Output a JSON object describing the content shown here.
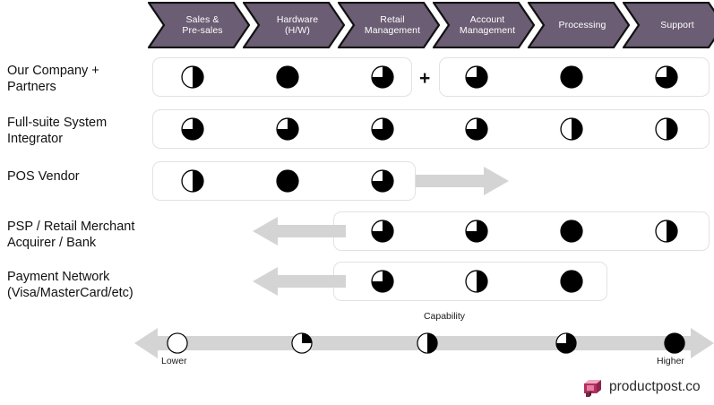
{
  "header": {
    "columns": [
      {
        "label": "Sales &\nPre-sales",
        "line1": "Sales &",
        "line2": "Pre-sales"
      },
      {
        "label": "Hardware\n(H/W)",
        "line1": "Hardware",
        "line2": "(H/W)"
      },
      {
        "label": "Retail\nManagement",
        "line1": "Retail",
        "line2": "Management"
      },
      {
        "label": "Account\nManagement",
        "line1": "Account",
        "line2": "Management"
      },
      {
        "label": "Processing",
        "line1": "Processing",
        "line2": ""
      },
      {
        "label": "Support",
        "line1": "Support",
        "line2": ""
      }
    ],
    "fill_color": "#6b5d73",
    "border_color": "#111111",
    "text_color": "#ffffff"
  },
  "rows": [
    {
      "label_line1": "Our Company +",
      "label_line2": "Partners",
      "label": "Our Company + Partners",
      "separator": "+",
      "values": [
        50,
        100,
        75,
        75,
        100,
        75
      ],
      "arrow": "none"
    },
    {
      "label_line1": "Full-suite System",
      "label_line2": "Integrator",
      "label": "Full-suite System Integrator",
      "separator": "",
      "values": [
        75,
        75,
        75,
        75,
        50,
        50
      ],
      "arrow": "none"
    },
    {
      "label_line1": "POS Vendor",
      "label_line2": "",
      "label": "POS Vendor",
      "separator": "",
      "values": [
        50,
        100,
        75
      ],
      "arrow": "right"
    },
    {
      "label_line1": "PSP / Retail Merchant",
      "label_line2": "Acquirer / Bank",
      "label": "PSP / Retail Merchant Acquirer / Bank",
      "separator": "",
      "values": [
        75,
        75,
        100,
        50
      ],
      "arrow": "left"
    },
    {
      "label_line1": "Payment Network",
      "label_line2": "(Visa/MasterCard/etc)",
      "label": "Payment Network (Visa/MasterCard/etc)",
      "separator": "",
      "values": [
        75,
        50,
        100
      ],
      "arrow": "left"
    }
  ],
  "legend": {
    "caption": "Capability",
    "low_label": "Lower",
    "high_label": "Higher",
    "steps": [
      0,
      25,
      50,
      75,
      100
    ],
    "axis_color": "#d4d4d4"
  },
  "brand": {
    "name": "productpost.co",
    "logo_icon": "mailbox-icon",
    "logo_color": "#e07b9a"
  },
  "colors": {
    "ball_fill": "#000000",
    "ball_empty": "#ffffff",
    "ball_stroke": "#000000",
    "pill_border": "#e2e2e2",
    "arrow_gray": "#d4d4d4",
    "chevron_purple": "#6b5d73"
  }
}
